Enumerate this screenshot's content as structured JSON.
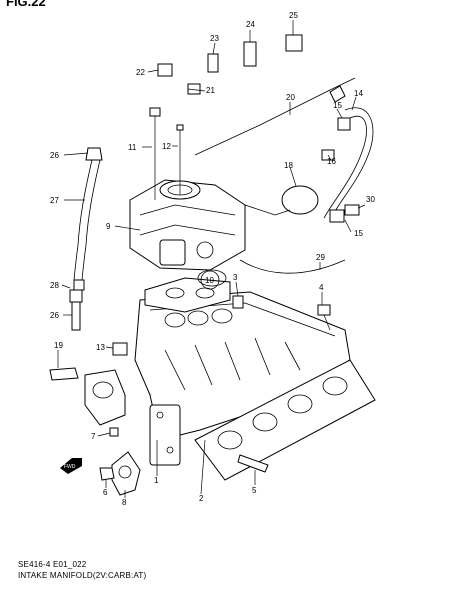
{
  "figure": {
    "title": "FIG.22",
    "code": "SE416-4 E01_022",
    "caption": "INTAKE MANIFOLD(2V:CARB:AT)"
  },
  "callouts": [
    {
      "id": "1",
      "label": "1"
    },
    {
      "id": "2",
      "label": "2"
    },
    {
      "id": "3",
      "label": "3"
    },
    {
      "id": "4",
      "label": "4"
    },
    {
      "id": "5",
      "label": "5"
    },
    {
      "id": "6",
      "label": "6"
    },
    {
      "id": "7",
      "label": "7"
    },
    {
      "id": "8",
      "label": "8"
    },
    {
      "id": "9",
      "label": "9"
    },
    {
      "id": "10",
      "label": "10"
    },
    {
      "id": "11",
      "label": "11"
    },
    {
      "id": "12",
      "label": "12"
    },
    {
      "id": "13",
      "label": "13"
    },
    {
      "id": "14",
      "label": "14"
    },
    {
      "id": "15a",
      "label": "15"
    },
    {
      "id": "15b",
      "label": "15"
    },
    {
      "id": "16",
      "label": "16"
    },
    {
      "id": "18",
      "label": "18"
    },
    {
      "id": "19",
      "label": "19"
    },
    {
      "id": "20",
      "label": "20"
    },
    {
      "id": "21",
      "label": "21"
    },
    {
      "id": "22",
      "label": "22"
    },
    {
      "id": "23",
      "label": "23"
    },
    {
      "id": "24",
      "label": "24"
    },
    {
      "id": "25",
      "label": "25"
    },
    {
      "id": "26a",
      "label": "26"
    },
    {
      "id": "26b",
      "label": "26"
    },
    {
      "id": "27",
      "label": "27"
    },
    {
      "id": "28",
      "label": "28"
    },
    {
      "id": "29",
      "label": "29"
    },
    {
      "id": "30",
      "label": "30"
    }
  ],
  "front_marker": "FWD"
}
